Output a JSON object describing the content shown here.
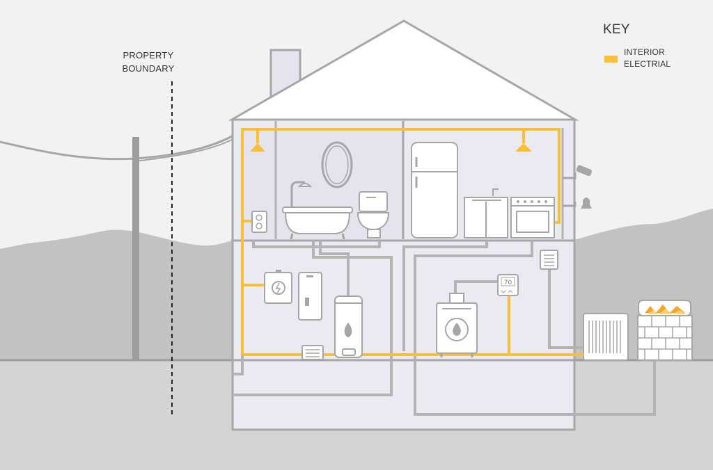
{
  "property_boundary": {
    "line1": "PROPERTY",
    "line2": "BOUNDARY"
  },
  "key": {
    "title": "KEY",
    "entries": [
      {
        "line1": "INTERIOR",
        "line2": "ELECTRIAL",
        "color": "#fbbf35"
      }
    ]
  },
  "thermostat": {
    "reading": "70"
  },
  "colors": {
    "electrical": "#fbbf35",
    "plumbing_gas": "#b3b3b3",
    "house_outline": "#a6a6a6",
    "ground": "#d4d4d4",
    "hills": "#c2c2c2",
    "sky": "#f2f2f2",
    "room_fill": "#e9e9f1",
    "fire": "#f5a623"
  }
}
